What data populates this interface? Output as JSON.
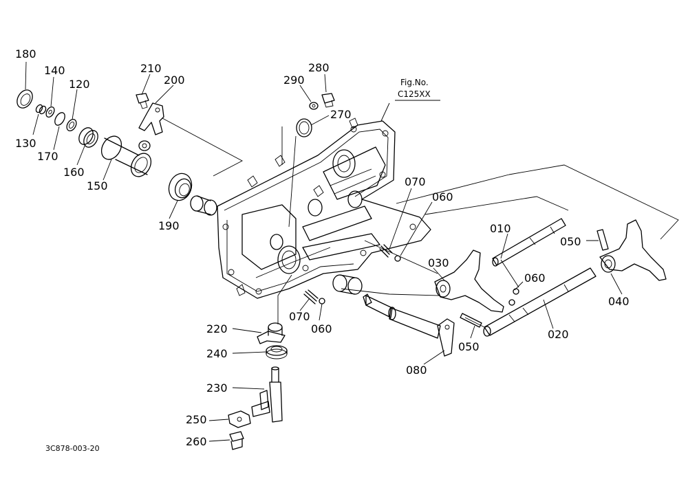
{
  "figure": {
    "label": "Fig.No.",
    "number": "C125XX"
  },
  "drawing_code": "3C878-003-20",
  "callouts": {
    "p180": "180",
    "p140": "140",
    "p120": "120",
    "p130": "130",
    "p170": "170",
    "p160": "160",
    "p150": "150",
    "p210": "210",
    "p200": "200",
    "p190": "190",
    "p290": "290",
    "p280": "280",
    "p270": "270",
    "p070a": "070",
    "p060a": "060",
    "p010": "010",
    "p050a": "050",
    "p030": "030",
    "p060b": "060",
    "p040": "040",
    "p070b": "070",
    "p060c": "060",
    "p220": "220",
    "p240": "240",
    "p230": "230",
    "p250": "250",
    "p260": "260",
    "p080": "080",
    "p050b": "050",
    "p020": "020"
  }
}
